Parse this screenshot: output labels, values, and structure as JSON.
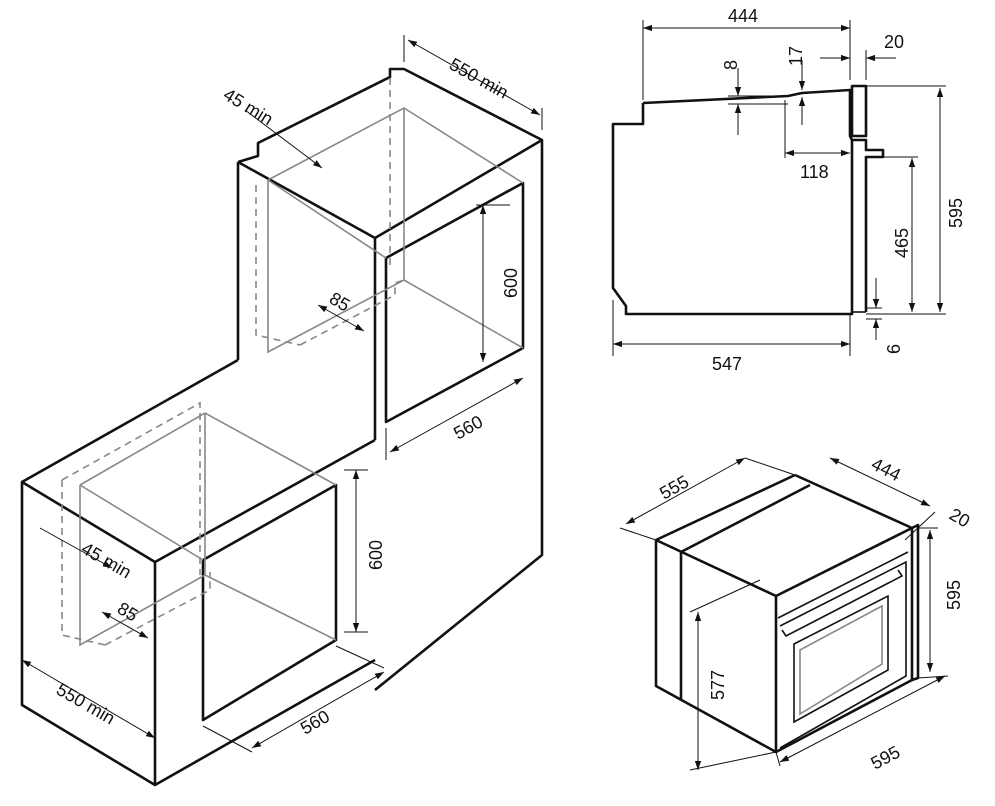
{
  "colors": {
    "ink": "#111111",
    "hidden": "#888888",
    "background": "#ffffff"
  },
  "left_view": {
    "upper": {
      "depth_min": "550 min",
      "vent_min": "45 min",
      "height": "600",
      "width": "560",
      "recess": "85"
    },
    "lower": {
      "depth_min": "550 min",
      "vent_min": "45 min",
      "height": "600",
      "width": "560",
      "recess": "85"
    }
  },
  "side_view": {
    "depth_top": "444",
    "front_thickness": "20",
    "panel_gap": "17",
    "step": "8",
    "handle_depth": "118",
    "total_height": "595",
    "door_height": "465",
    "bottom_gap": "6",
    "total_depth": "547"
  },
  "oven_iso": {
    "depth": "555",
    "body_depth": "444",
    "front": "20",
    "height": "595",
    "body_height": "577",
    "width": "595"
  }
}
